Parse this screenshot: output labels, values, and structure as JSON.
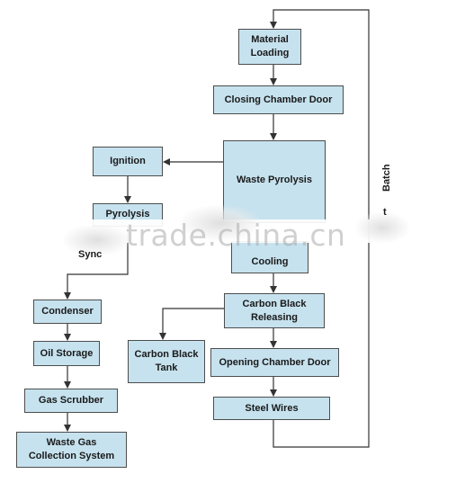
{
  "nodes": {
    "material_loading": "Material\nLoading",
    "closing_chamber_door": "Closing Chamber Door",
    "waste_pyrolysis": "Waste Pyrolysis",
    "ignition": "Ignition",
    "pyrolysis": "Pyrolysis",
    "cooling": "Cooling",
    "carbon_black_releasing": "Carbon Black\nReleasing",
    "carbon_black_tank": "Carbon Black\nTank",
    "opening_chamber_door": "Opening Chamber Door",
    "steel_wires": "Steel Wires",
    "condenser": "Condenser",
    "oil_storage": "Oil Storage",
    "gas_scrubber": "Gas Scrubber",
    "waste_gas_collection_system": "Waste Gas\nCollection System"
  },
  "labels": {
    "sync": "Sync",
    "batch": "Batch",
    "batch_partial": "t"
  },
  "watermark": "trade.china.cn",
  "colors": {
    "box_fill": "#c6e2ee",
    "box_border": "#4d4d4d",
    "line": "#333333"
  }
}
